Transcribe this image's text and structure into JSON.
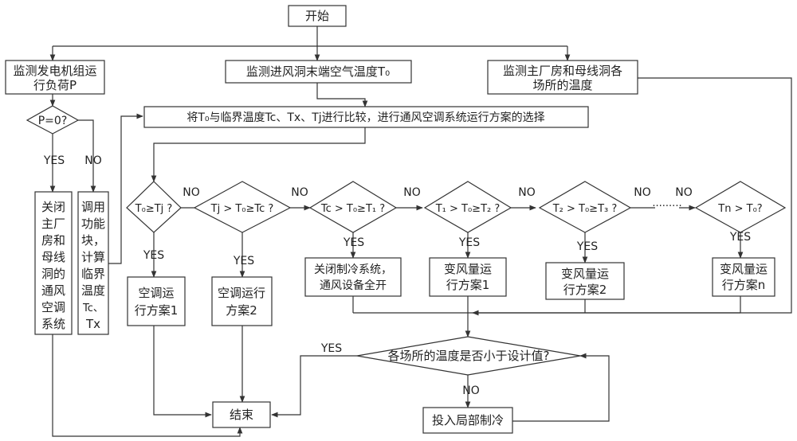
{
  "nodes": {
    "start": "开始",
    "monitor_load": [
      "监测发电机组运",
      "行负荷P"
    ],
    "monitor_inlet_temp": "监测进风洞末端空气温度T₀",
    "monitor_places_temp": [
      "监测主厂房和母线洞各",
      "场所的温度"
    ],
    "compare": "将T₀与临界温度Tc、Tx、Tj进行比较，进行通风空调系统运行方案的选择",
    "decision_p0": "P=0?",
    "close_system": [
      "关闭",
      "主厂",
      "房和",
      "母线",
      "洞的",
      "通风",
      "空调",
      "系统"
    ],
    "call_function": [
      "调用",
      "功能",
      "块，",
      "计算",
      "临界",
      "温度",
      "Tc、",
      "Tx"
    ],
    "d1": "T₀≥Tj ?",
    "d2": "Tj > T₀≥Tc ?",
    "d3": "Tc > T₀≥T₁ ?",
    "d4": "T₁ > T₀≥T₂ ?",
    "d5": "T₂ > T₀≥T₃ ?",
    "dn": "Tn > T₀?",
    "plan_ac1": [
      "空调运",
      "行方案1"
    ],
    "plan_ac2": [
      "空调运行",
      "方案2"
    ],
    "plan_fan_full": [
      "关闭制冷系统，",
      "通风设备全开"
    ],
    "plan_vv1": [
      "变风量运",
      "行方案1"
    ],
    "plan_vv2": [
      "变风量运",
      "行方案2"
    ],
    "plan_vvn": [
      "变风量运",
      "行方案n"
    ],
    "check_temp": "各场所的温度是否小于设计值?",
    "local_cooling": "投入局部制冷",
    "end": "结束"
  },
  "labels": {
    "yes": "YES",
    "no": "NO",
    "ellipsis": "·········"
  }
}
